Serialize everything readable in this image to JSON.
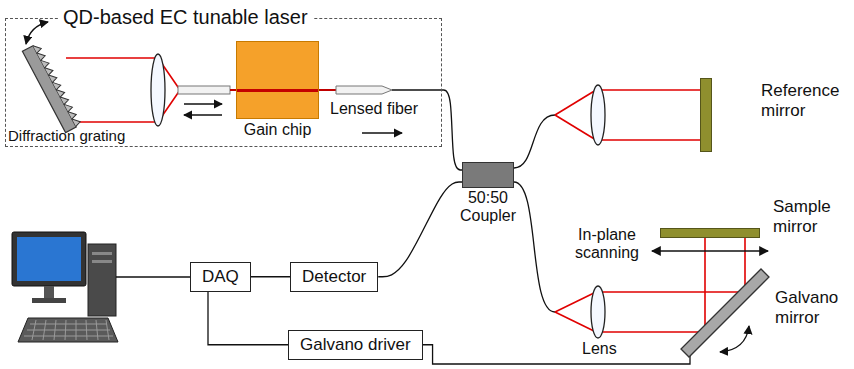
{
  "diagram": {
    "nodes": [
      {
        "text": [
          "QD-based EC tunable laser"
        ]
      },
      {
        "text": [
          "Gain chip"
        ],
        "in": 0
      },
      {
        "text": [
          "50:50 Coupler"
        ]
      },
      {
        "text": [
          "Reference mirror"
        ]
      },
      {
        "text": [
          "Sample mirror"
        ]
      },
      {
        "text": [
          "Galvano mirror"
        ]
      },
      {
        "text": [
          "DAQ"
        ]
      },
      {
        "text": [
          "Detector"
        ]
      },
      {
        "text": [
          "Galvano driver"
        ]
      }
    ],
    "edges": [
      {
        "from": 0,
        "to": 2,
        "arrow": "none"
      },
      {
        "from": 2,
        "to": 7,
        "arrow": "none"
      },
      {
        "from": 7,
        "to": 6,
        "arrow": "none"
      },
      {
        "from": 6,
        "to": 8,
        "arrow": "none"
      },
      {
        "from": 8,
        "to": 5,
        "arrow": "none"
      }
    ],
    "labels": [
      "Diffraction grating",
      "Lensed fiber",
      "Lens",
      "In-plane scanning"
    ]
  }
}
